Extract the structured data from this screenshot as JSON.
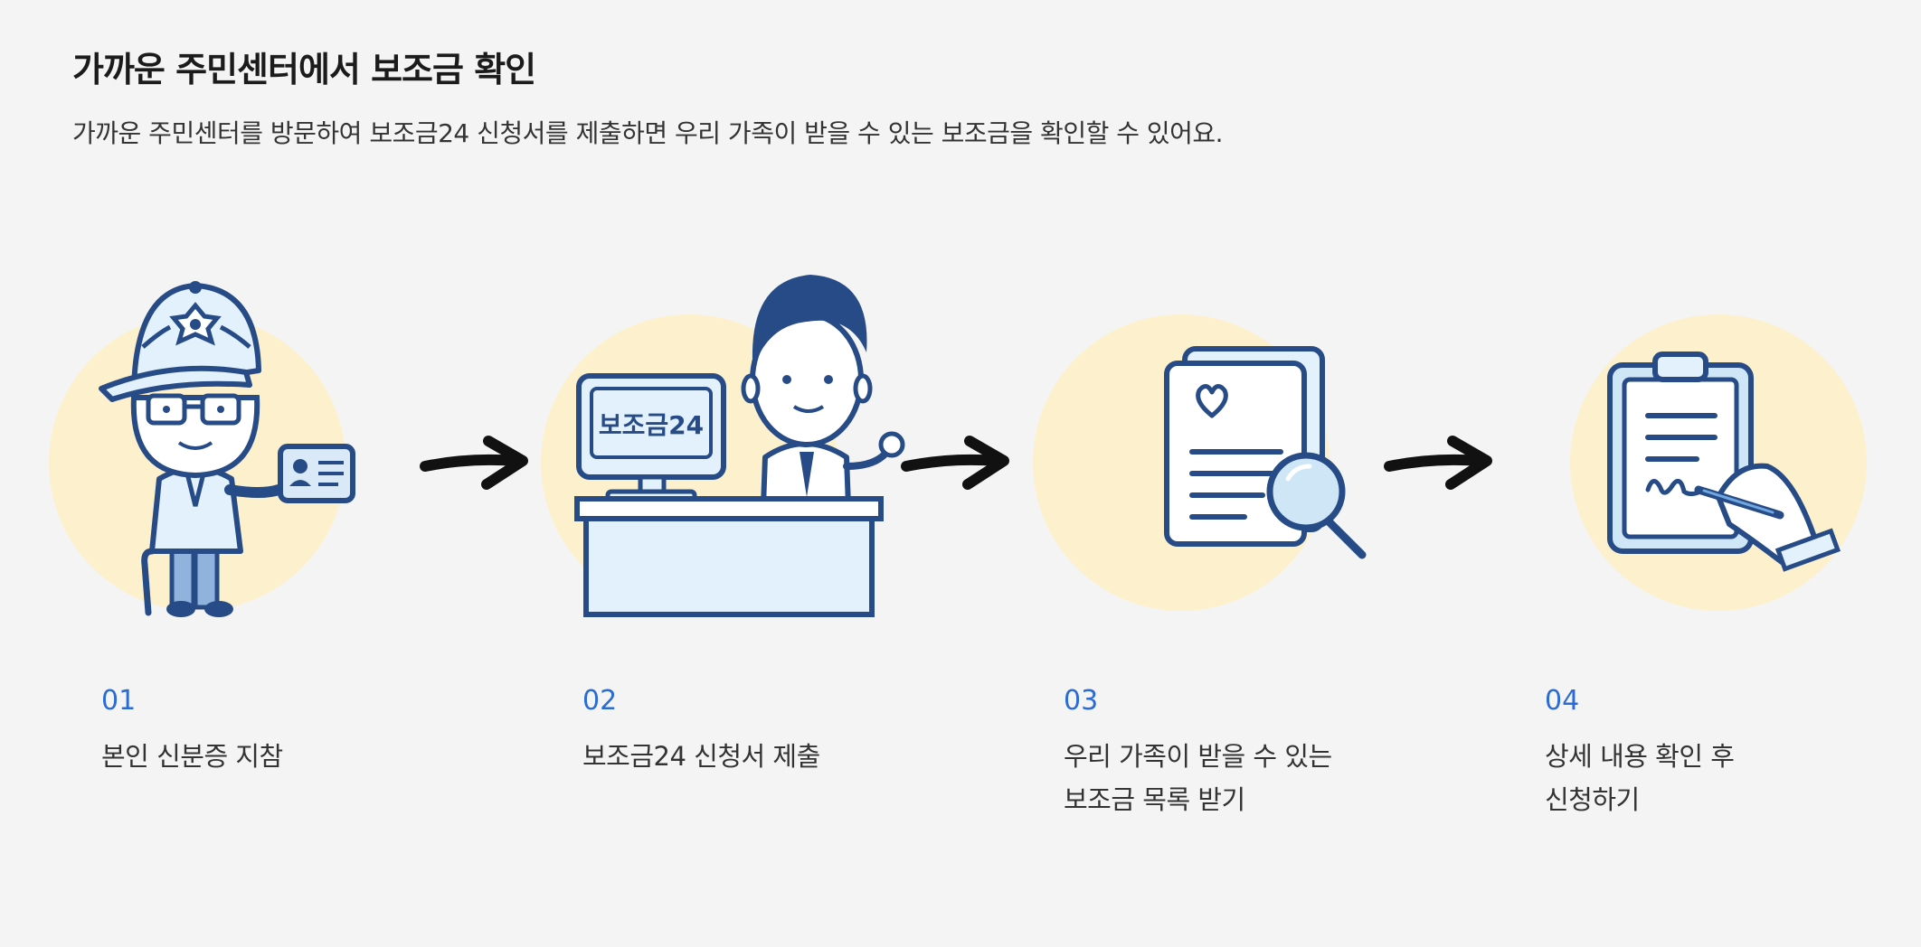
{
  "header": {
    "title": "가까운 주민센터에서 보조금 확인",
    "description": "가까운 주민센터를 방문하여 보조금24 신청서를 제출하면 우리 가족이 받을 수 있는 보조금을 확인할 수 있어요."
  },
  "illustrations": {
    "monitor_text": "보조금24",
    "icons": [
      "elderly-man-with-id-card-icon",
      "arrow-right-icon",
      "clerk-at-desk-icon",
      "arrow-right-icon",
      "documents-magnifier-icon",
      "arrow-right-icon",
      "clipboard-signing-icon"
    ]
  },
  "colors": {
    "accent": "#2a6bd6",
    "circle": "#fdf0cc",
    "navy": "#264b86",
    "light_blue": "#e2f1fb"
  },
  "steps": [
    {
      "number": "01",
      "line1": "본인 신분증 지참",
      "line2": ""
    },
    {
      "number": "02",
      "line1": "보조금24 신청서 제출",
      "line2": ""
    },
    {
      "number": "03",
      "line1": "우리 가족이 받을 수 있는",
      "line2": "보조금 목록 받기"
    },
    {
      "number": "04",
      "line1": "상세 내용 확인 후",
      "line2": "신청하기"
    }
  ]
}
